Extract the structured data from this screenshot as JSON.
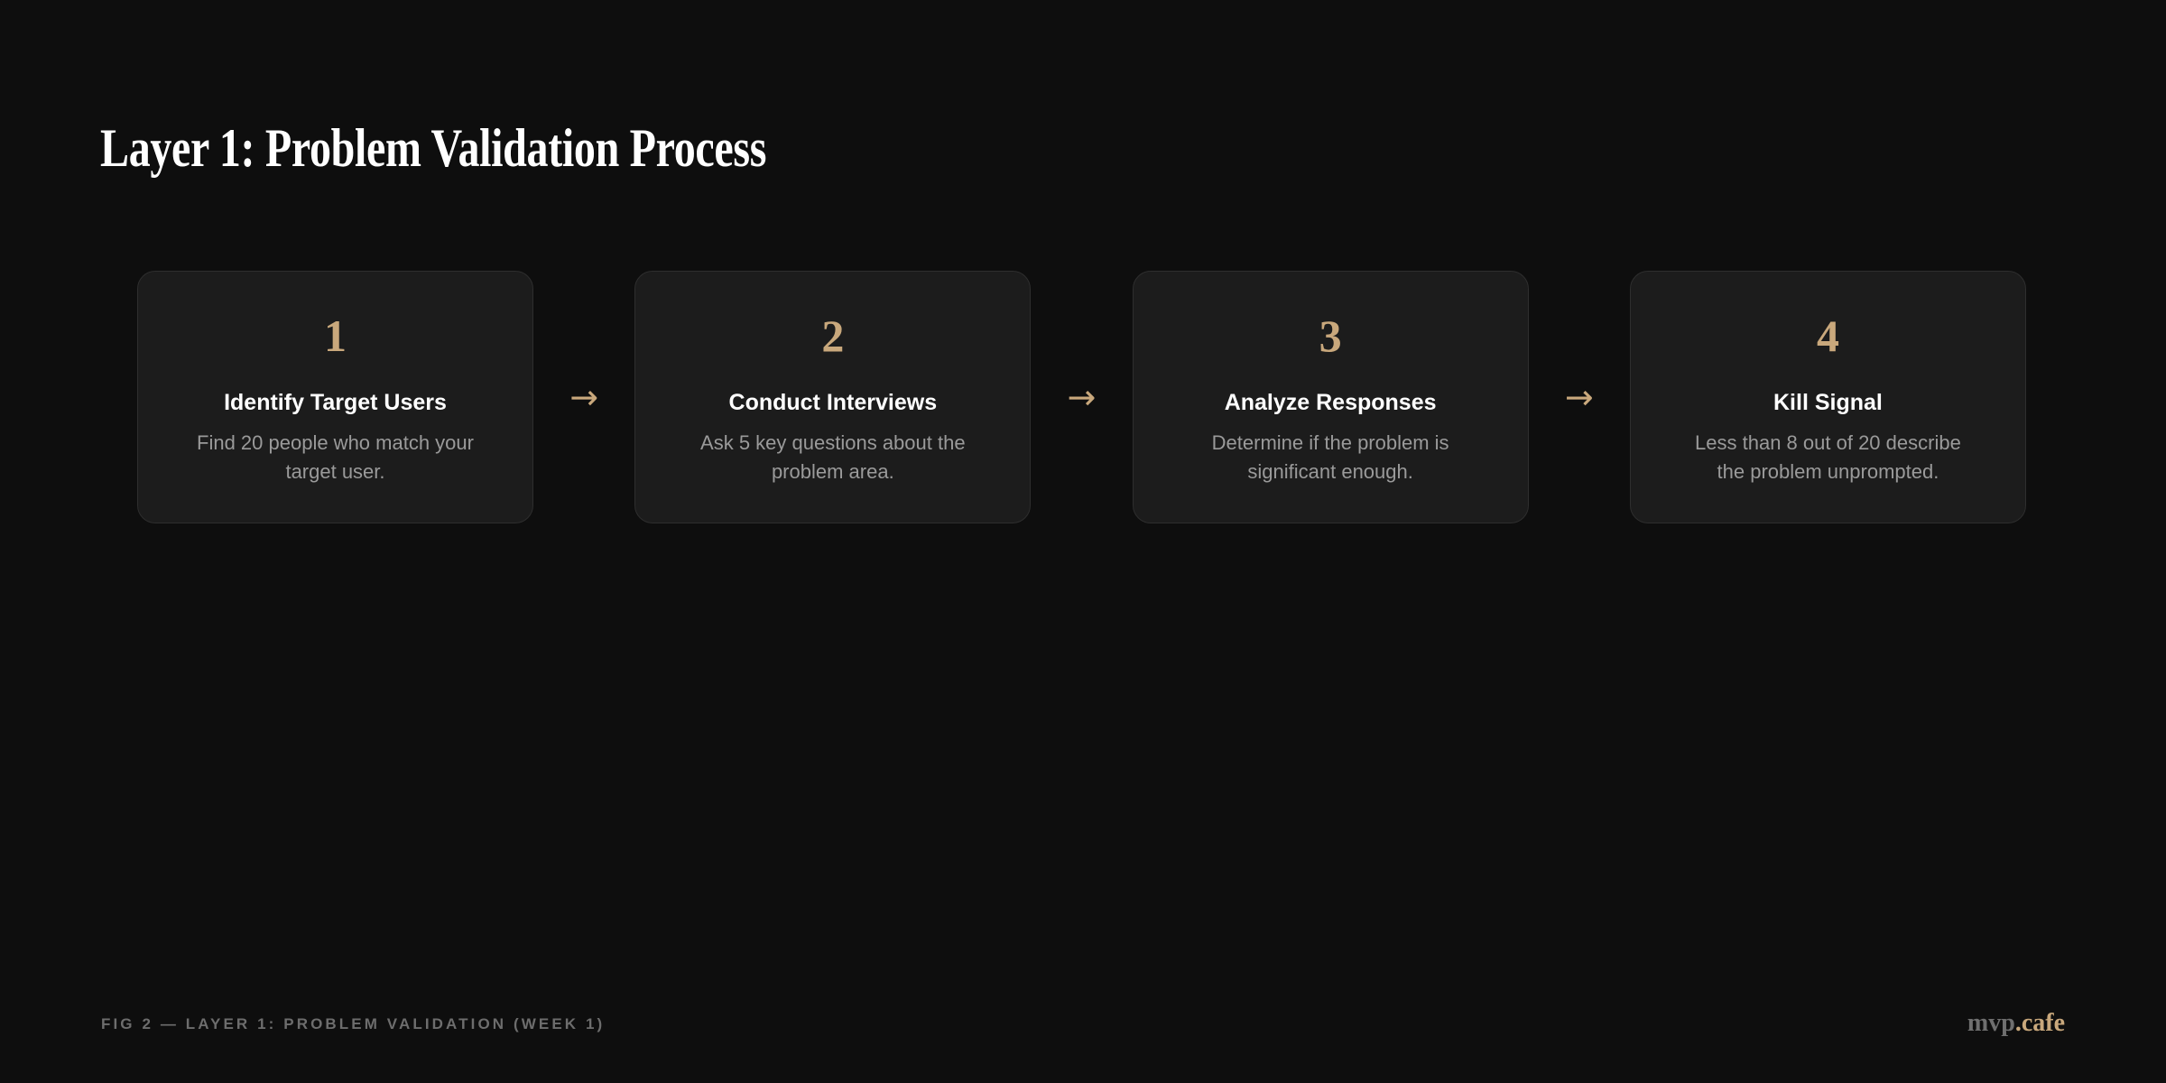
{
  "page": {
    "title": "Layer 1: Problem Validation Process",
    "background_color": "#0e0e0e",
    "accent_color": "#c9a87c",
    "card_background": "#1c1c1c",
    "card_border_color": "#2e2e2e",
    "title_color": "#ffffff",
    "body_text_color": "#9a9a9a"
  },
  "flow": {
    "arrow_glyph": "→",
    "steps": [
      {
        "number": "1",
        "title": "Identify Target Users",
        "description": "Find 20 people who match your target user."
      },
      {
        "number": "2",
        "title": "Conduct Interviews",
        "description": "Ask 5 key questions about the problem area."
      },
      {
        "number": "3",
        "title": "Analyze Responses",
        "description": "Determine if the problem is significant enough."
      },
      {
        "number": "4",
        "title": "Kill Signal",
        "description": "Less than 8 out of 20 describe the problem unprompted."
      }
    ]
  },
  "footer": {
    "caption": "FIG 2 — LAYER 1: PROBLEM VALIDATION (WEEK 1)",
    "brand_primary": "mvp",
    "brand_accent": ".cafe"
  }
}
